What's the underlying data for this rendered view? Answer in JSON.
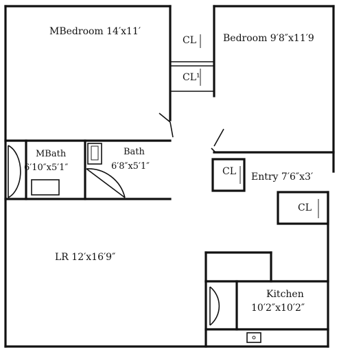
{
  "rooms": {
    "master_bedroom": "MBedroom 14′x11′",
    "bedroom": "Bedroom 9′8″x11′9",
    "closet_1": "CL",
    "closet_2": "CL¹",
    "master_bath_name": "MBath",
    "master_bath_size": "6′10″x5′1″",
    "bath_name": "Bath",
    "bath_size": "6′8″x5′1″",
    "closet_entry": "CL",
    "entry": "Entry 7′6″x3′",
    "closet_3": "CL",
    "living_room": "LR 12′x16′9″",
    "kitchen_name": "Kitchen",
    "kitchen_size": "10′2″x10′2″"
  }
}
